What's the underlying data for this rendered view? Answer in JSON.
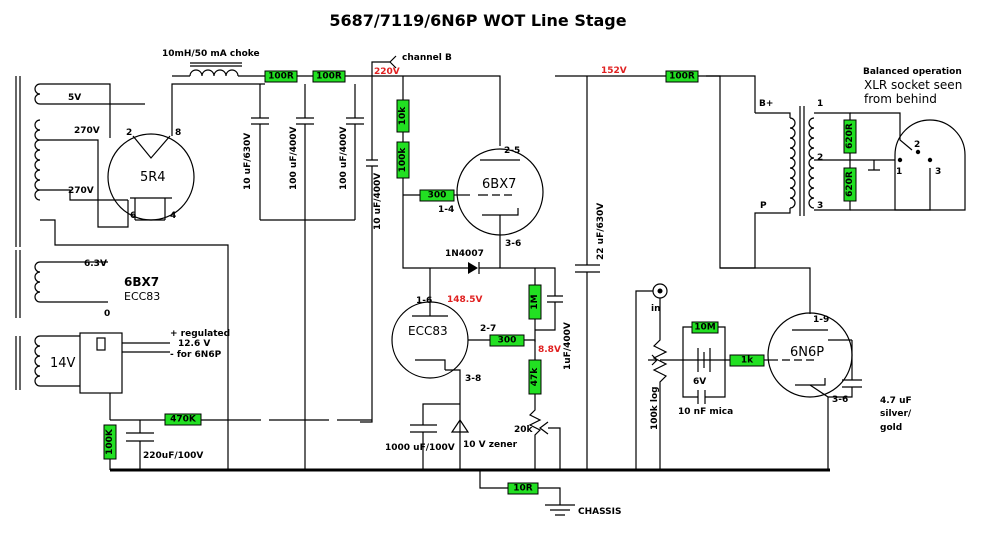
{
  "title": "5687/7119/6N6P WOT Line Stage",
  "resistors": {
    "r100_a": "100R",
    "r100_b": "100R",
    "r100_c": "100R",
    "r10k": "10k",
    "r100k": "100k",
    "r300_grid": "300",
    "r300_ecc": "300",
    "r1m": "1M",
    "r47k": "47k",
    "r470k": "470K",
    "r100k_reg": "100K",
    "r10m": "10M",
    "r1k": "1k",
    "r620_a": "620R",
    "r620_b": "620R",
    "r10r": "10R"
  },
  "capacitors": {
    "c1": "10 uF/630V",
    "c2": "100 uF/400V",
    "c3": "100 uF/400V",
    "c_coupling": "10 uF/400V",
    "c22": "22 uF/630V",
    "c1u": "1uF/400V",
    "c1000": "1000 uF/100V",
    "c220": "220uF/100V",
    "c_mica": "10 nF mica",
    "c_out": "4.7 uF",
    "c_out2": "silver/",
    "c_out3": "gold"
  },
  "labels": {
    "choke": "10mH/50 mA choke",
    "channel_b": "channel B",
    "v220": "220V",
    "v152": "152V",
    "v148": "148.5V",
    "v88": "8.8V",
    "rect": "5R4",
    "tube_6bx7": "6BX7",
    "tube_ecc83": "ECC83",
    "tube_6n6p": "6N6P",
    "t5v": "5V",
    "t270a": "270V",
    "t270b": "270V",
    "t63": "6.3V",
    "t_6bx7": "6BX7",
    "t_ecc83": "ECC83",
    "t_zero": "0",
    "t14": "14V",
    "reg1": "+ regulated",
    "reg2": "12.6 V",
    "reg3": "-  for 6N6P",
    "diode": "1N4007",
    "zener": "10 V zener",
    "pot20k": "20k",
    "in": "in",
    "pot100k": "100k log",
    "bat": "6V",
    "chassis": "CHASSIS",
    "bplus": "B+",
    "p": "P",
    "bal1": "Balanced operation",
    "bal2": "XLR socket seen",
    "bal3": "from behind",
    "pin2": "2",
    "pin8": "8",
    "pin6": "6",
    "pin4": "4",
    "pin25": "2-5",
    "pin14": "1-4",
    "pin36": "3-6",
    "pin16": "1-6",
    "pin27": "2-7",
    "pin38": "3-8",
    "pin19": "1-9",
    "pin36b": "3-6",
    "tp1": "1",
    "tp2": "2",
    "tp3": "3",
    "x2": "2",
    "x1": "1",
    "x3": "3"
  }
}
